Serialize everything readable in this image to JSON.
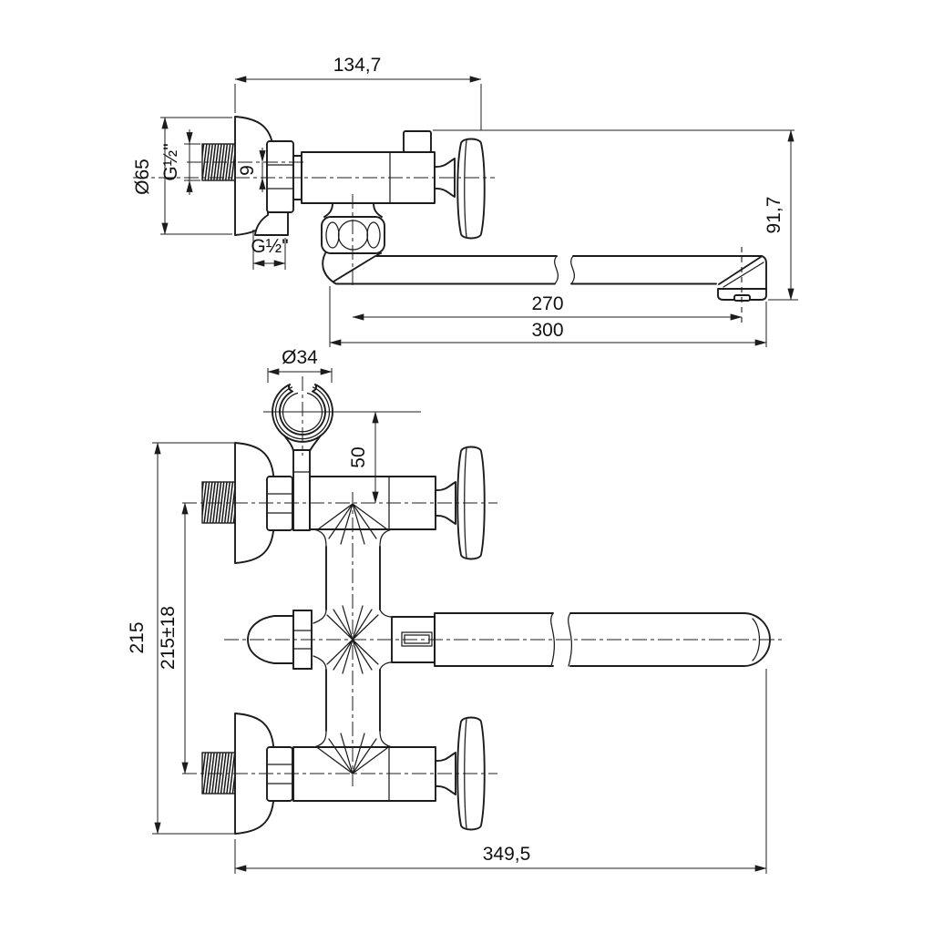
{
  "drawing": {
    "type": "faucet technical dimension drawing",
    "views": {
      "side": {
        "dims": {
          "total_width": "134,7",
          "flange_diameter": "Ø65",
          "inlet_thread": "G½\"",
          "eccentric": "9",
          "outlet_thread": "G½\"",
          "height": "91,7",
          "reach_aerator": "270",
          "reach_total": "300"
        }
      },
      "plan": {
        "dims": {
          "holder_diameter": "Ø34",
          "holder_offset": "50",
          "flange_span": "215",
          "inlet_centers": "215±18",
          "overall_length": "349,5"
        }
      }
    },
    "line_color": "#1c1c1c",
    "background": "#ffffff"
  }
}
